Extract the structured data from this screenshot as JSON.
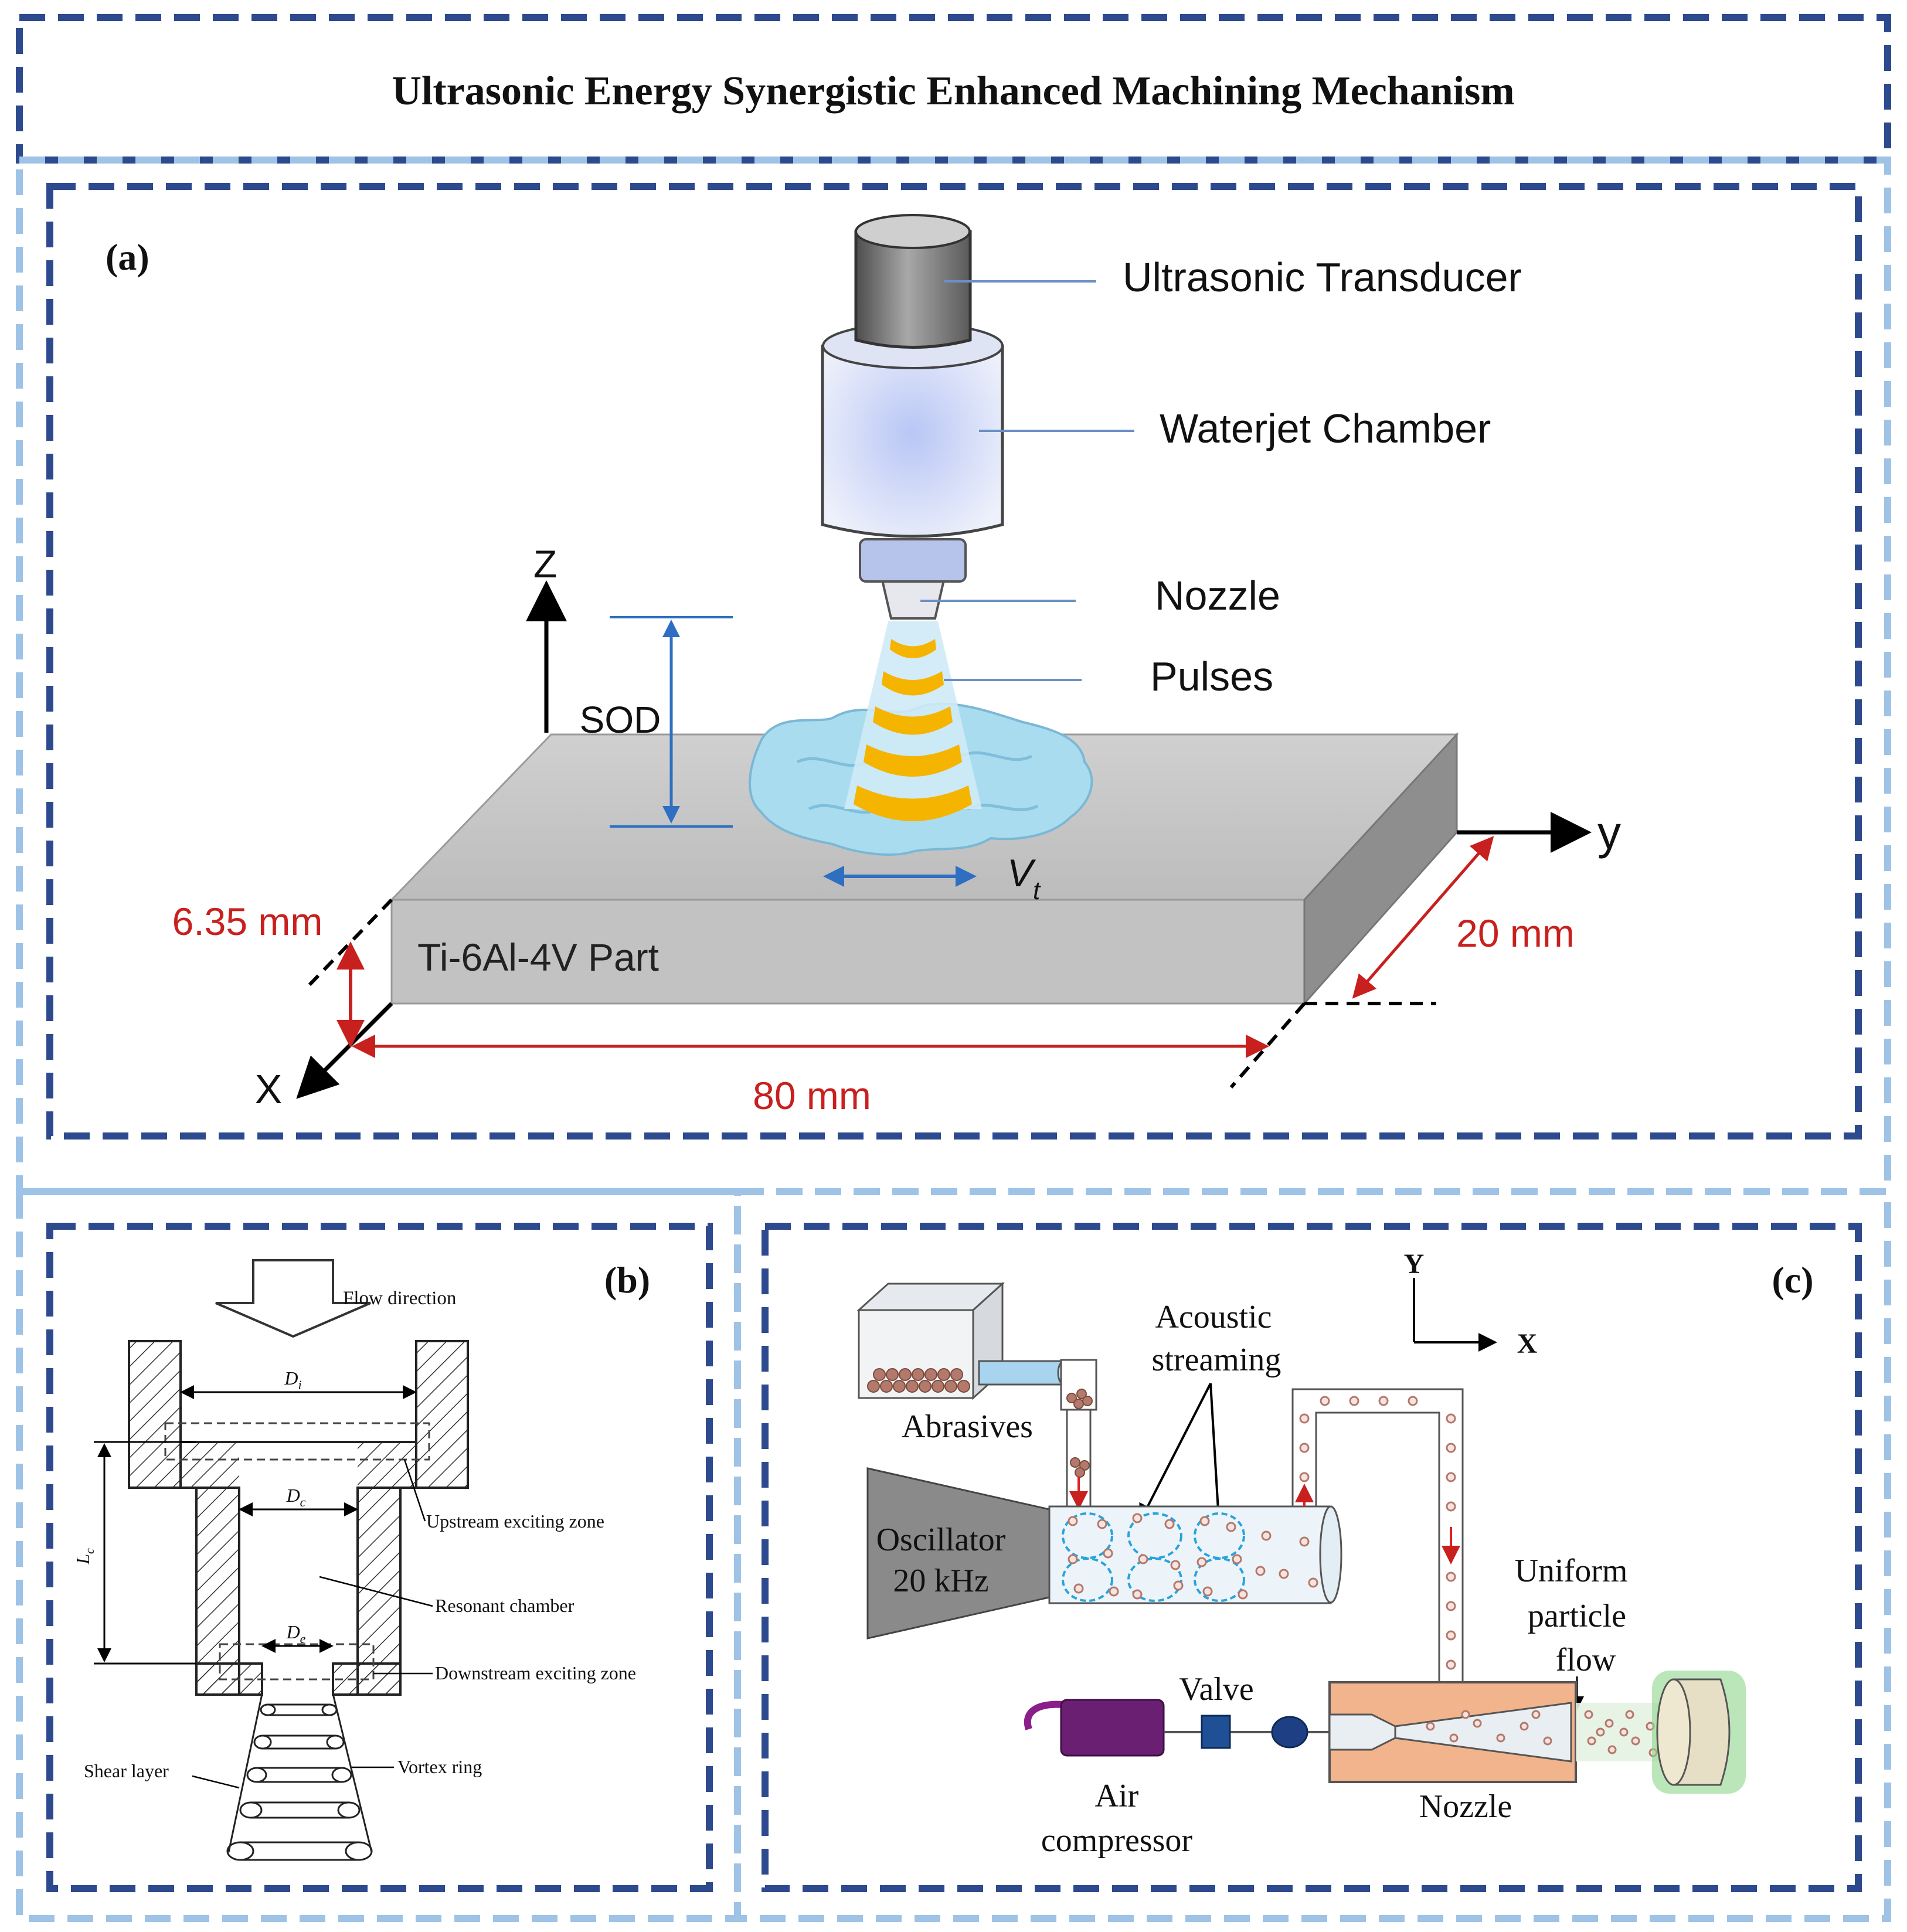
{
  "title": "Ultrasonic Energy Synergistic Enhanced Machining Mechanism",
  "colors": {
    "frame_dark": "#2e4a8e",
    "frame_light": "#9fc3e7",
    "dimension_red": "#c8201e",
    "arrow_blue": "#2e6fc2",
    "pulse_orange": "#f5b400",
    "water": "#a9dcef",
    "part_gray": "#c4c4c4",
    "nozzle_orange": "#f2b48c",
    "compressor_purple": "#6b1f73"
  },
  "panel_a": {
    "label": "(a)",
    "callouts": {
      "transducer": "Ultrasonic Transducer",
      "chamber": "Waterjet Chamber",
      "nozzle": "Nozzle",
      "pulses": "Pulses"
    },
    "axes": {
      "z": "Z",
      "y": "y",
      "x": "X"
    },
    "sod": "SOD",
    "feed_v": "V",
    "feed_sub": "t",
    "part_label": "Ti-6Al-4V Part",
    "dims": {
      "thickness": "6.35 mm",
      "width": "20 mm",
      "length": "80 mm"
    }
  },
  "panel_b": {
    "label": "(b)",
    "flow_direction": "Flow direction",
    "di": "D",
    "di_sub": "i",
    "dc": "D",
    "dc_sub": "c",
    "de": "D",
    "de_sub": "e",
    "lc": "L",
    "lc_sub": "c",
    "upstream": "Upstream exciting zone",
    "resonant": "Resonant chamber",
    "downstream": "Downstream exciting zone",
    "shear": "Shear layer",
    "vortex": "Vortex ring"
  },
  "panel_c": {
    "label": "(c)",
    "axis_y": "Y",
    "axis_x": "X",
    "acoustic_1": "Acoustic",
    "acoustic_2": "streaming",
    "abrasives": "Abrasives",
    "oscillator_1": "Oscillator",
    "oscillator_2": "20 kHz",
    "uniform_1": "Uniform",
    "uniform_2": "particle",
    "uniform_3": "flow",
    "valve": "Valve",
    "air_1": "Air",
    "air_2": "compressor",
    "nozzle": "Nozzle"
  }
}
